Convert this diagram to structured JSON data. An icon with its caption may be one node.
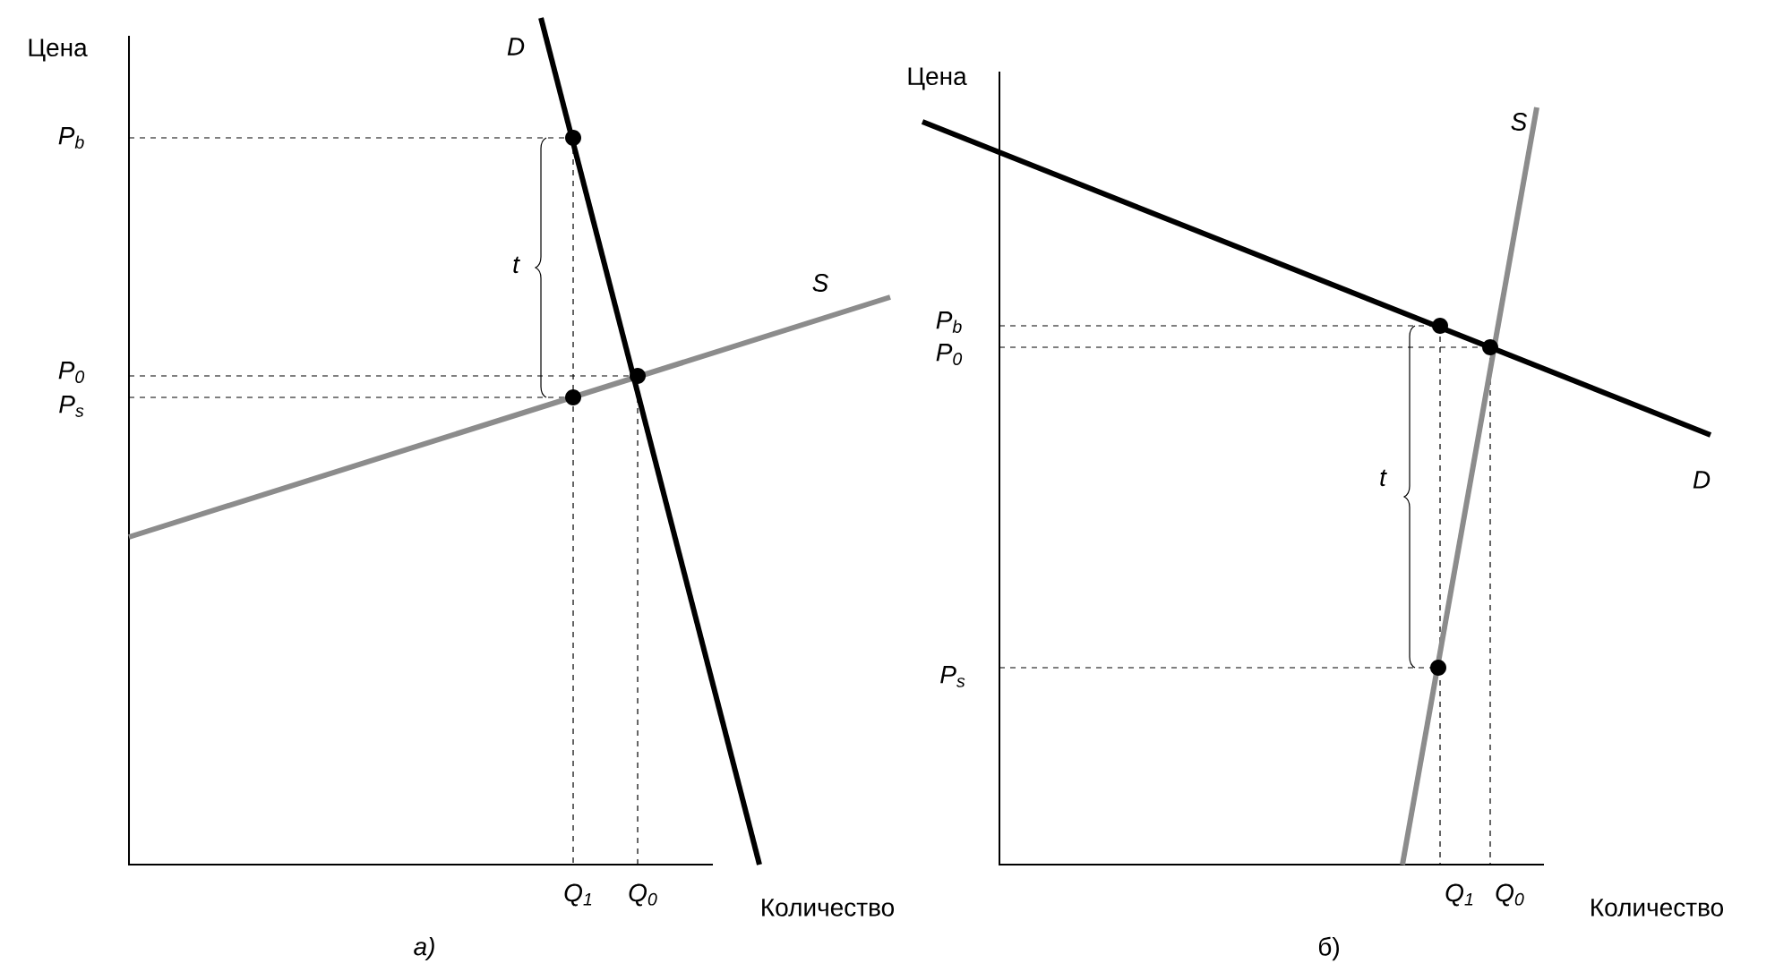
{
  "diagram": {
    "labels": [
      "Цена",
      "D",
      "P$_{b}$",
      "t",
      "S",
      "P$_{0}$",
      "P$_{s}$",
      "Q$_{1}$",
      "Q$_{0}$",
      "Количество",
      "а)",
      "Цена",
      "S",
      "P$_{b}$",
      "P$_{0}$",
      "t",
      "D",
      "P$_{s}$",
      "Q$_{1}$",
      "Q$_{0}$",
      "Количество",
      "б)"
    ]
  }
}
